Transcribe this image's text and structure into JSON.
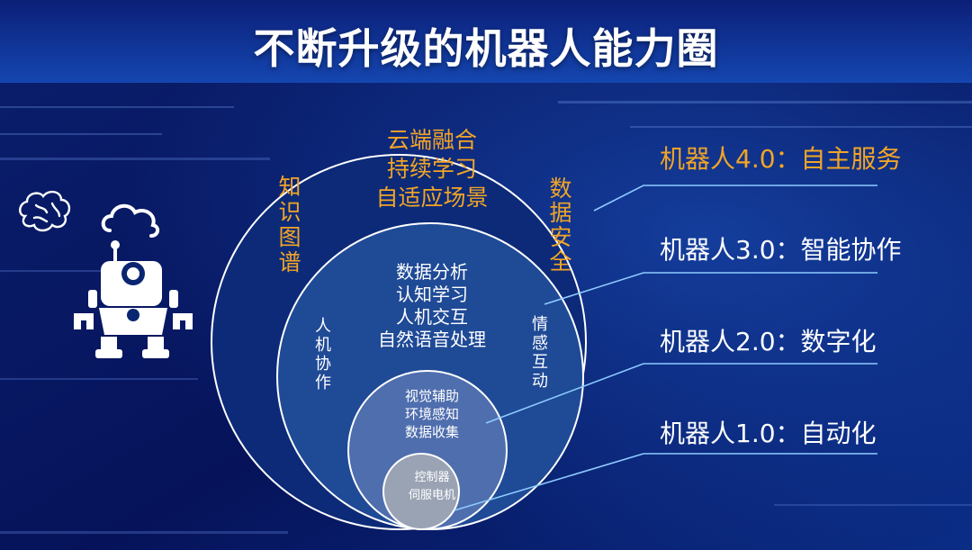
{
  "title": "不断升级的机器人能力圈",
  "levels": [
    {
      "label": "机器人4.0：自主服务",
      "color": "#f2a526"
    },
    {
      "label": "机器人3.0：智能协作",
      "color": "#ffffff"
    },
    {
      "label": "机器人2.0：数字化",
      "color": "#ffffff"
    },
    {
      "label": "机器人1.0：自动化",
      "color": "#ffffff"
    }
  ],
  "rings": {
    "outer": {
      "center_lines": [
        "云端融合",
        "持续学习",
        "自适应场景"
      ],
      "left_vertical": "知识图谱",
      "right_vertical": "数据安全"
    },
    "middle": {
      "center_lines": [
        "数据分析",
        "认知学习",
        "人机交互",
        "自然语音处理"
      ],
      "left_vertical": "人机协作",
      "right_vertical": "情感互动"
    },
    "inner": {
      "lines": [
        "视觉辅助",
        "环境感知",
        "数据收集"
      ]
    },
    "core": {
      "lines": [
        "控制器",
        "伺服电机"
      ]
    }
  },
  "colors": {
    "accent": "#f2a526",
    "background": "#07165a",
    "outer_ring": "#0c2a78",
    "middle_ring": "#1f4a96",
    "inner_ring": "#4f6eae",
    "core": "#9aa3b4",
    "leader_line": "#8ecbff"
  },
  "icons": [
    "brain-icon",
    "cloud-icon",
    "robot-icon"
  ]
}
